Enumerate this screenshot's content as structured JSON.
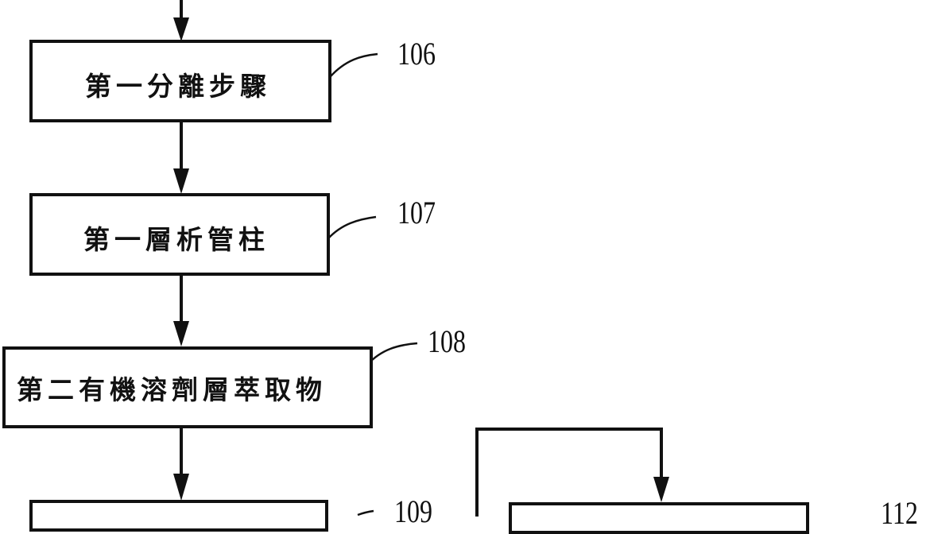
{
  "diagram": {
    "steps": [
      {
        "id": "106",
        "label": "第一分離步驟"
      },
      {
        "id": "107",
        "label": "第一層析管柱"
      },
      {
        "id": "108",
        "label": "第二有機溶劑層萃取物"
      },
      {
        "id": "109",
        "label": ""
      },
      {
        "id": "112",
        "label": ""
      }
    ],
    "colors": {
      "line": "#111111",
      "background": "#ffffff"
    }
  }
}
